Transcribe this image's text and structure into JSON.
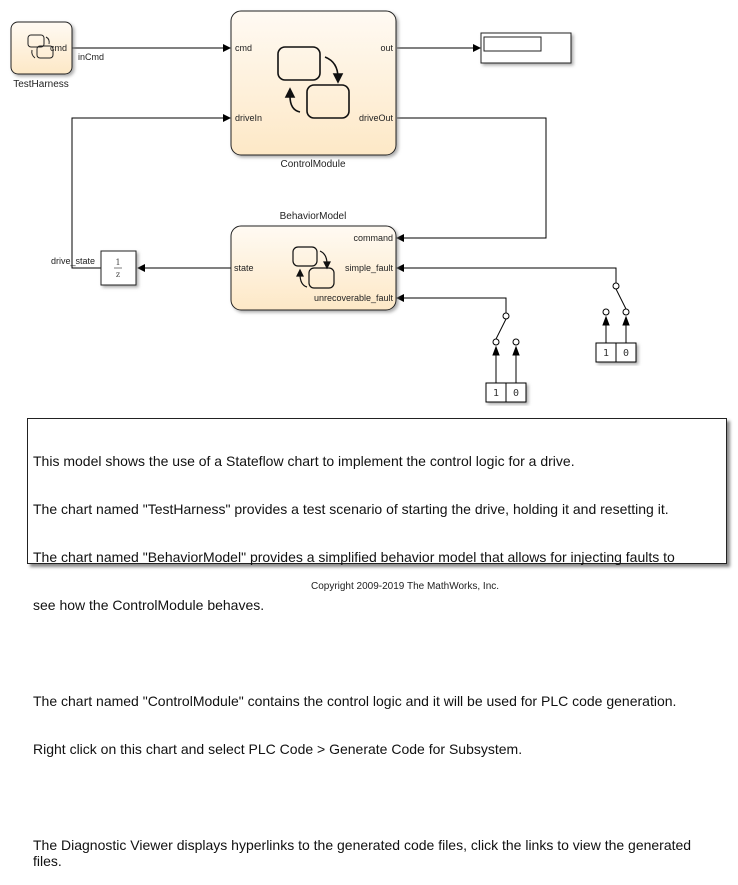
{
  "blocks": {
    "test_harness": {
      "name": "TestHarness",
      "ports_out": [
        "cmd"
      ]
    },
    "control_module": {
      "name": "ControlModule",
      "ports_in": [
        "cmd",
        "driveIn"
      ],
      "ports_out": [
        "out",
        "driveOut"
      ]
    },
    "behavior_model": {
      "name": "BehaviorModel",
      "ports_in": [
        "command",
        "simple_fault",
        "unrecoverable_fault"
      ],
      "ports_out": [
        "state"
      ]
    },
    "unit_delay": {
      "numerator": "1",
      "denominator": "z"
    },
    "switch_simple": {
      "options": [
        "1",
        "0"
      ]
    },
    "switch_unrecoverable": {
      "options": [
        "1",
        "0"
      ]
    }
  },
  "signals": {
    "in_cmd": "inCmd",
    "drive_state": "drive_state"
  },
  "annotation": {
    "lines": [
      "This model shows the use of a Stateflow chart to implement the control logic for a drive.",
      "The chart named \"TestHarness\" provides a test scenario of starting the drive, holding it and resetting it.",
      "The chart named \"BehaviorModel\" provides a simplified behavior model that allows for injecting faults to",
      "see how the ControlModule behaves.",
      "",
      "The chart named \"ControlModule\" contains the control logic and it will be used for PLC code generation.",
      "Right click on this chart and select PLC Code > Generate Code for Subsystem.",
      "",
      "The Diagnostic Viewer displays hyperlinks to the generated code files, click the links to view the generated files."
    ]
  },
  "footer": {
    "copyright": "Copyright 2009-2019 The MathWorks, Inc."
  },
  "colors": {
    "chart_fill_top": "#fffaf2",
    "chart_fill_bottom": "#fde9c8",
    "line": "#000000"
  }
}
